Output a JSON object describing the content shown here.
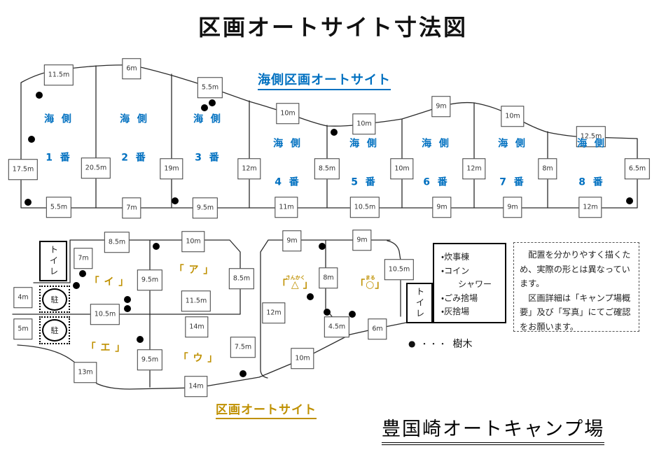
{
  "title": "区画オートサイト寸法図",
  "headings": {
    "seaside_section": "海側区画オートサイト",
    "kukaku_section": "区画オートサイト",
    "campsite_name": "豊国崎オートキャンプ場"
  },
  "colors": {
    "site_blue": "#0070C0",
    "site_gold": "#BF9000"
  },
  "upper": {
    "sites": [
      {
        "line1": "海 側",
        "line2": "1 番"
      },
      {
        "line1": "海 側",
        "line2": "2 番"
      },
      {
        "line1": "海 側",
        "line2": "3 番"
      },
      {
        "line1": "海 側",
        "line2": "4 番"
      },
      {
        "line1": "海 側",
        "line2": "5 番"
      },
      {
        "line1": "海 側",
        "line2": "6 番"
      },
      {
        "line1": "海 側",
        "line2": "7 番"
      },
      {
        "line1": "海 側",
        "line2": "8 番"
      }
    ],
    "dims_top": [
      "11.5m",
      "6m",
      "5.5m",
      "10m",
      "10m",
      "9m",
      "10m",
      "12.5m"
    ],
    "dims_mid": [
      "17.5m",
      "20.5m",
      "19m",
      "12m",
      "8.5m",
      "10m",
      "12m",
      "8m",
      "6.5m"
    ],
    "dims_bottom": [
      "5.5m",
      "7m",
      "9.5m",
      "11m",
      "10.5m",
      "9m",
      "9m",
      "12m"
    ]
  },
  "lower": {
    "site_i": "「 イ 」",
    "site_a": "「 ア 」",
    "site_e": "「 エ 」",
    "site_u": "「 ウ 」",
    "triangle": {
      "open": "「",
      "char": "△",
      "furigana": "さんかく",
      "close": "」"
    },
    "circle": {
      "open": "「",
      "char": "○",
      "furigana": "まる",
      "close": "」"
    },
    "toilet_label": "トイレ",
    "parking_label": "駐",
    "dims": [
      "8.5m",
      "10m",
      "7m",
      "9.5m",
      "10.5m",
      "11.5m",
      "14m",
      "9.5m",
      "13m",
      "14m",
      "8.5m",
      "12m",
      "7.5m",
      "10m",
      "9m",
      "9m",
      "8m",
      "10.5m",
      "4.5m",
      "6m",
      "4m",
      "5m"
    ]
  },
  "legend": {
    "facility_lines": [
      "・炊事棟",
      "・コイン",
      "　　シャワー",
      "・ごみ捨場",
      "・灰捨場"
    ],
    "tree_symbol": "●",
    "tree_dots": "・・・",
    "tree_label": "樹木"
  },
  "note": {
    "p1": "配置を分かりやすく描くため、実際の形とは異なっています。",
    "p2": "区画詳細は「キャンプ場概要」及び「写真」にてご確認をお願います。"
  }
}
